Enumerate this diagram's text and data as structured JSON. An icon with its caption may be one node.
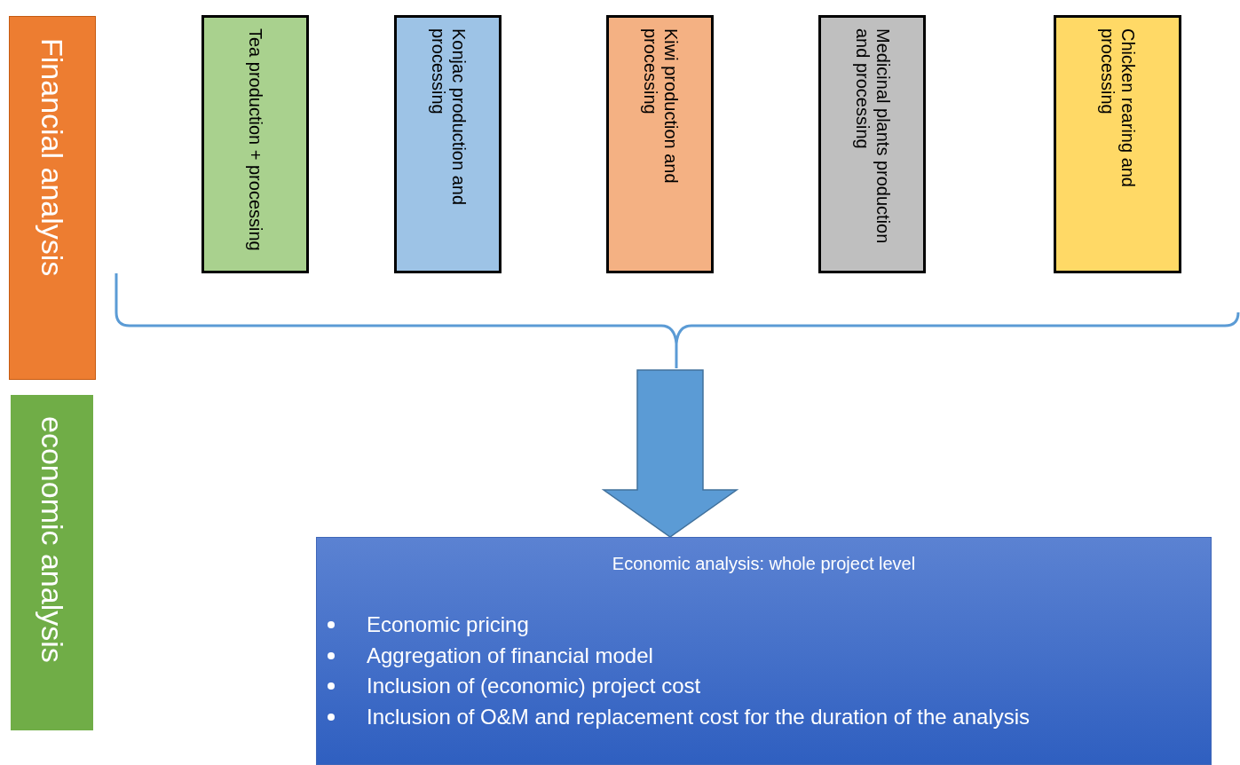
{
  "diagram": {
    "nodes": [
      {
        "text": [
          "Financial analysis"
        ]
      },
      {
        "text": [
          "economic analysis"
        ]
      },
      {
        "text": [
          "Tea production + processing"
        ]
      },
      {
        "text": [
          "Konjac production and processing"
        ]
      },
      {
        "text": [
          "Kiwi production and processing"
        ]
      },
      {
        "text": [
          "Medicinal plants production and processing"
        ]
      },
      {
        "text": [
          "Chicken  rearing and processing"
        ]
      },
      {
        "text": [
          "Economic analysis: whole project level",
          "Economic pricing",
          "Aggregation of financial model",
          "Inclusion of (economic) project cost",
          "Inclusion of O&M and replacement cost for the duration of the analysis"
        ]
      }
    ],
    "edges": [
      {
        "from": null,
        "to": 7,
        "arrow": "to"
      }
    ]
  }
}
